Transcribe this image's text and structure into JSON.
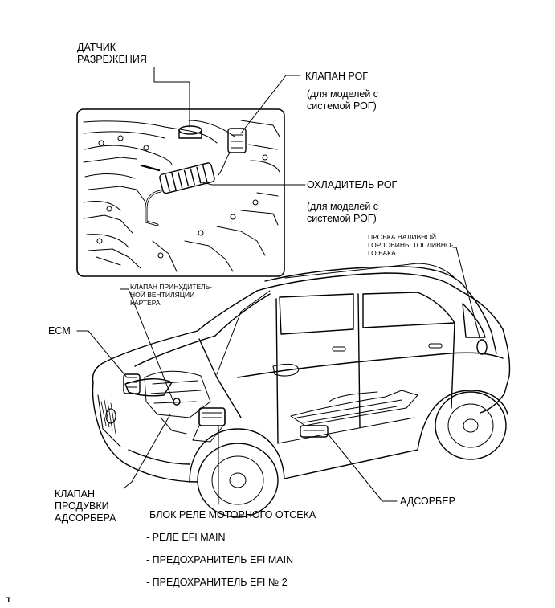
{
  "labels": {
    "vacuum_sensor": [
      "ДАТЧИК",
      "РАЗРЕЖЕНИЯ"
    ],
    "egr_valve": "КЛАПАН РОГ",
    "egr_valve_note": [
      "(для моделей с",
      "системой РОГ)"
    ],
    "egr_cooler": "ОХЛАДИТЕЛЬ РОГ",
    "egr_cooler_note": [
      "(для моделей с",
      "системой РОГ)"
    ],
    "fuel_cap": [
      "ПРОБКА НАЛИВНОЙ",
      "ГОРЛОВИНЫ ТОПЛИВНО-",
      "ГО БАКА"
    ],
    "pcv_valve": [
      "КЛАПАН ПРИНУДИТЕЛЬ-",
      "НОЙ ВЕНТИЛЯЦИИ",
      "КАРТЕРА"
    ],
    "ecm": "ECM",
    "purge_valve": [
      "КЛАПАН",
      "ПРОДУВКИ",
      "АДСОРБЕРА"
    ],
    "canister": "АДСОРБЕР",
    "relay_block": "БЛОК РЕЛЕ МОТОРНОГО ОТСЕКА",
    "relay_items": [
      "- РЕЛЕ EFI MAIN",
      "- ПРЕДОХРАНИТЕЛЬ EFI MAIN",
      "- ПРЕДОХРАНИТЕЛЬ EFI № 2"
    ],
    "corner_mark": "T"
  }
}
